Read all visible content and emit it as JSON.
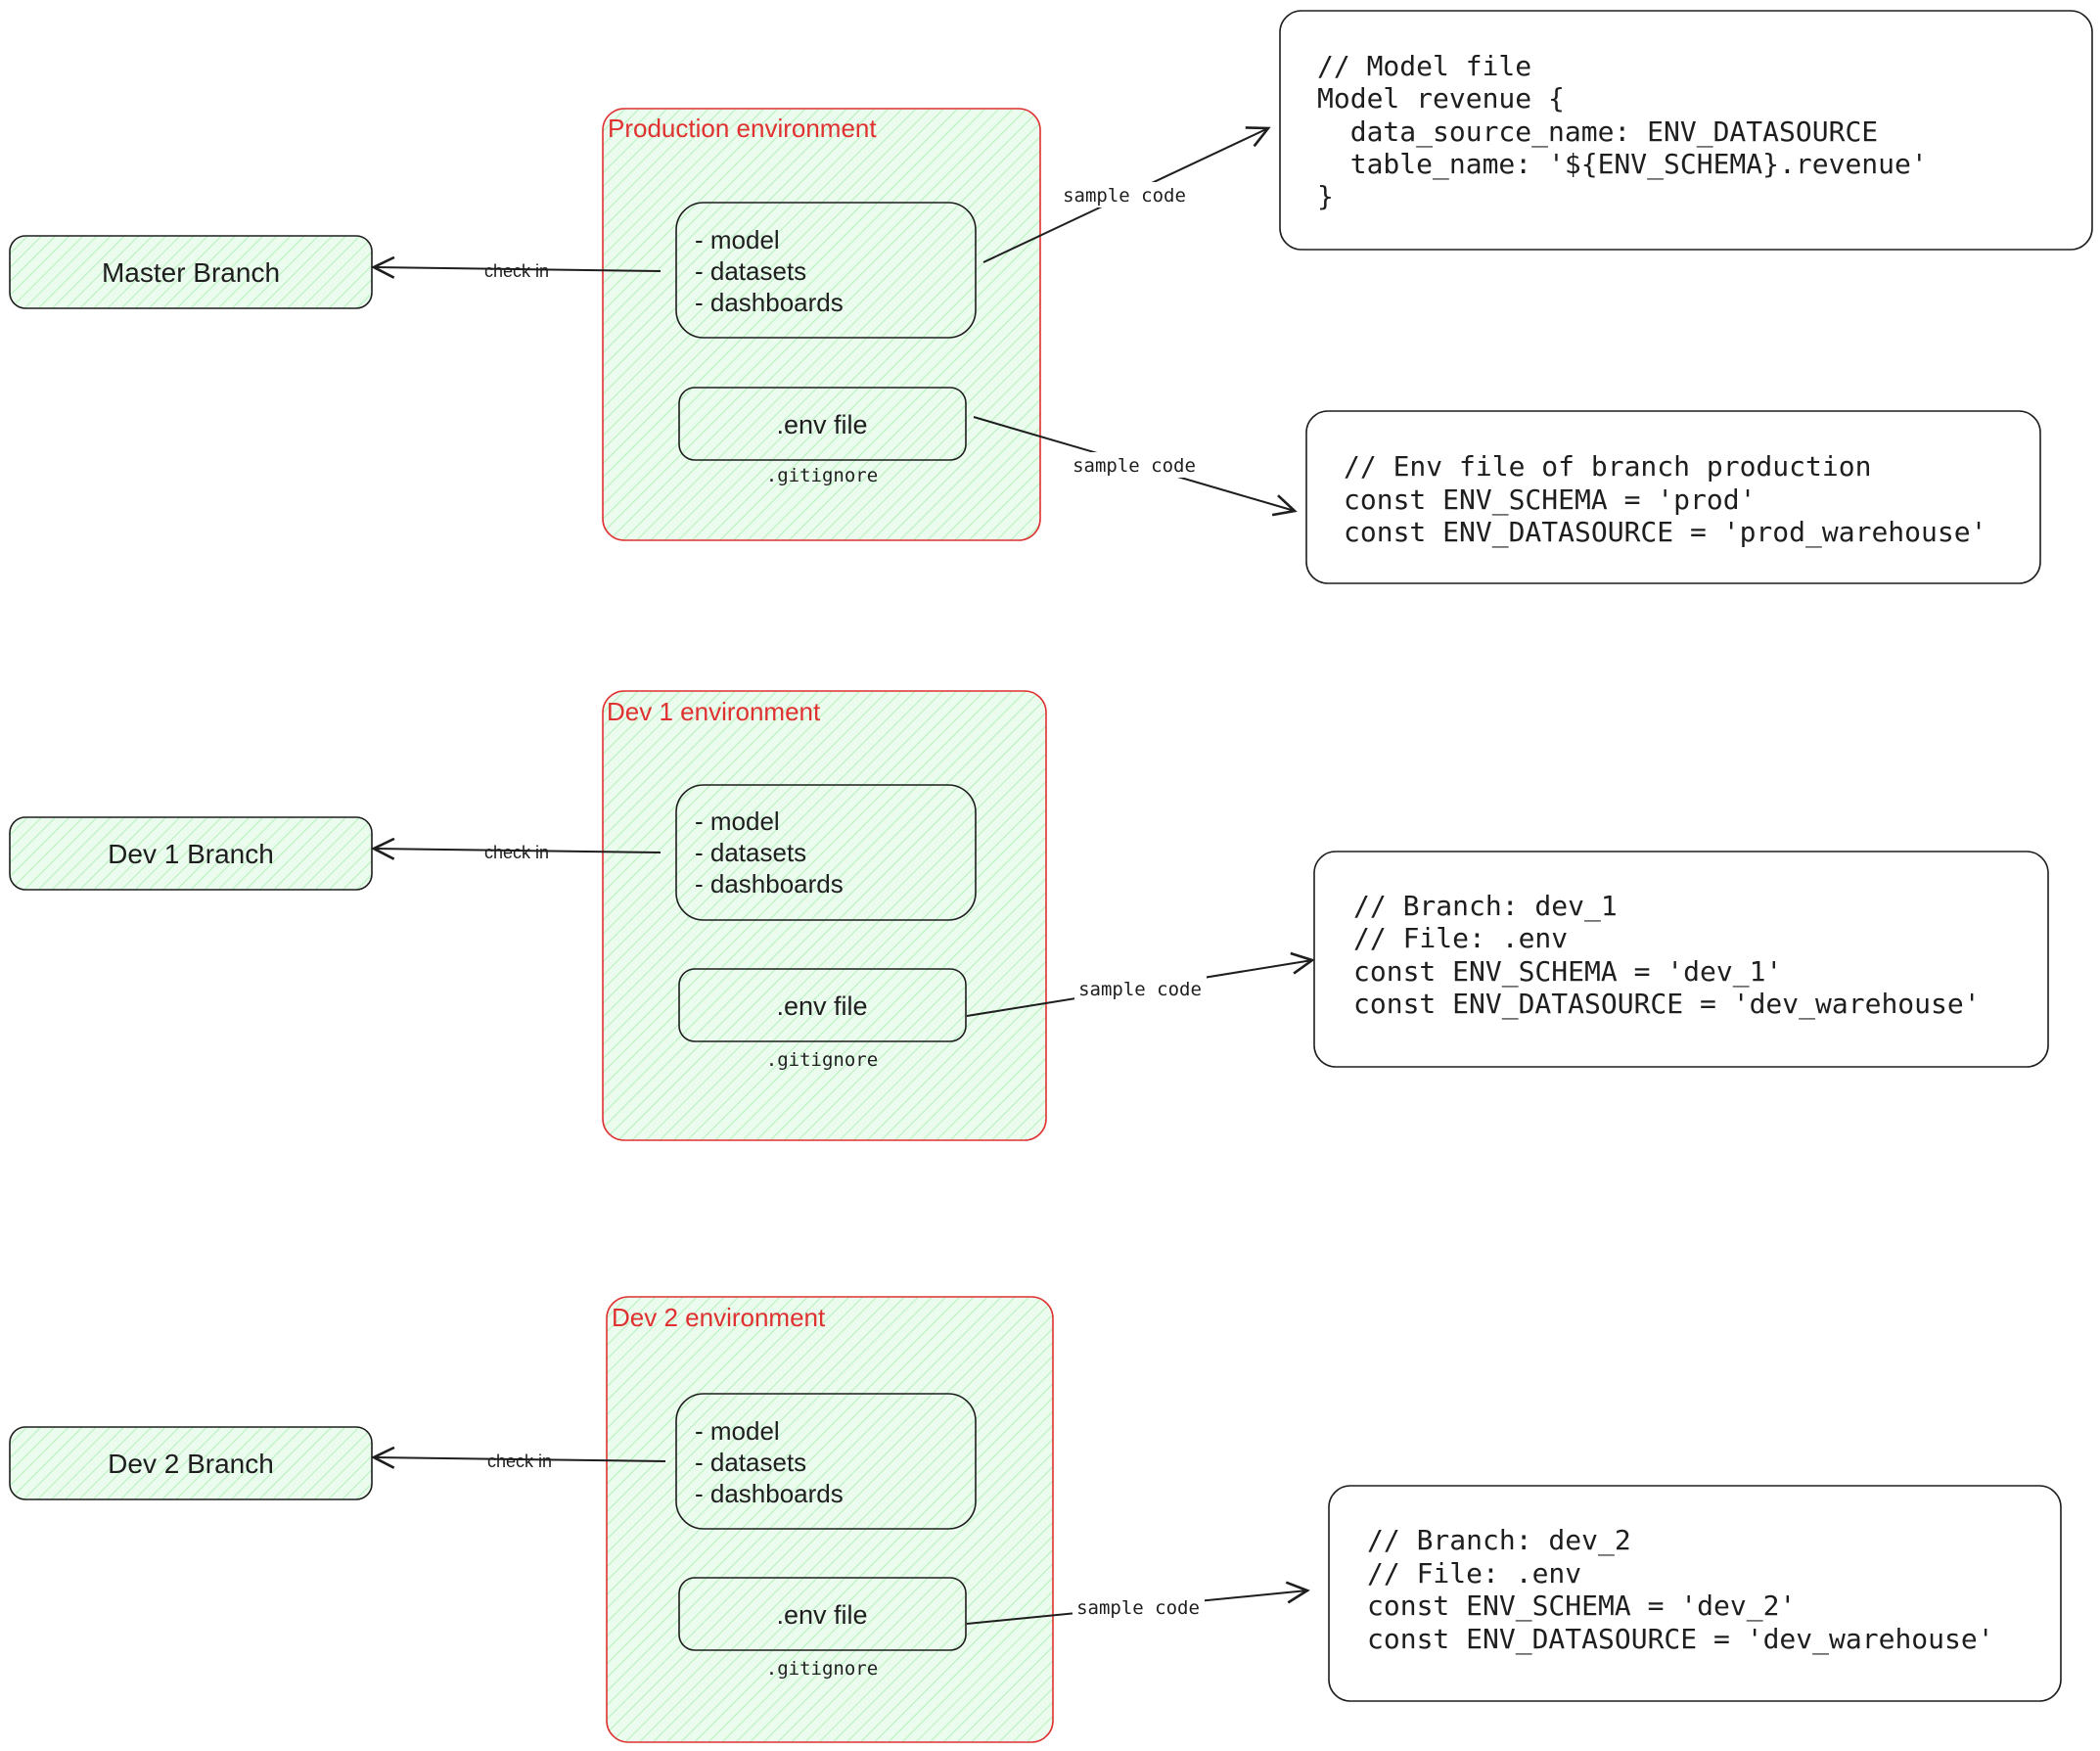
{
  "colors": {
    "stroke": "#1e1e1e",
    "env_border": "#e03131",
    "env_title": "#e03131",
    "fill_green": "#ebfbee",
    "hatch_green": "#b2f2bb",
    "arrow": "#1e1e1e",
    "background": "#ffffff"
  },
  "rows": [
    {
      "branch_label": "Master Branch",
      "env_title": "Production environment",
      "contents_lines": [
        "- model",
        "- datasets",
        "- dashboards"
      ],
      "env_file_label": ".env file",
      "gitignore_label": ".gitignore",
      "check_in_label": "check in",
      "model_code": {
        "edge_label": "sample code",
        "lines": [
          "// Model file",
          "Model revenue {",
          "  data_source_name: ENV_DATASOURCE",
          "  table_name: '${ENV_SCHEMA}.revenue'",
          "}"
        ]
      },
      "env_code": {
        "edge_label": "sample code",
        "lines": [
          "// Env file of branch production",
          "const ENV_SCHEMA = 'prod'",
          "const ENV_DATASOURCE = 'prod_warehouse'"
        ]
      }
    },
    {
      "branch_label": "Dev 1 Branch",
      "env_title": "Dev 1 environment",
      "contents_lines": [
        "- model",
        "- datasets",
        "- dashboards"
      ],
      "env_file_label": ".env file",
      "gitignore_label": ".gitignore",
      "check_in_label": "check in",
      "env_code": {
        "edge_label": "sample code",
        "lines": [
          "// Branch: dev_1",
          "// File: .env",
          "const ENV_SCHEMA = 'dev_1'",
          "const ENV_DATASOURCE = 'dev_warehouse'"
        ]
      }
    },
    {
      "branch_label": "Dev 2 Branch",
      "env_title": "Dev 2 environment",
      "contents_lines": [
        "- model",
        "- datasets",
        "- dashboards"
      ],
      "env_file_label": ".env file",
      "gitignore_label": ".gitignore",
      "check_in_label": "check in",
      "env_code": {
        "edge_label": "sample code",
        "lines": [
          "// Branch: dev_2",
          "// File: .env",
          "const ENV_SCHEMA = 'dev_2'",
          "const ENV_DATASOURCE = 'dev_warehouse'"
        ]
      }
    }
  ]
}
